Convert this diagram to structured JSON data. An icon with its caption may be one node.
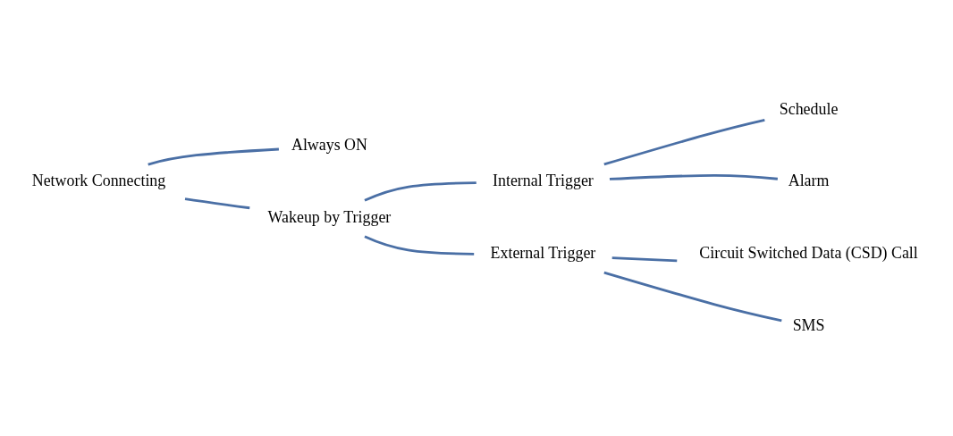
{
  "diagram": {
    "nodes": [
      {
        "text": [
          "Network Connecting"
        ]
      },
      {
        "text": [
          "Always ON"
        ]
      },
      {
        "text": [
          "Wakeup by Trigger"
        ]
      },
      {
        "text": [
          "Internal Trigger"
        ]
      },
      {
        "text": [
          "External Trigger"
        ]
      },
      {
        "text": [
          "Schedule"
        ]
      },
      {
        "text": [
          "Alarm"
        ]
      },
      {
        "text": [
          "Circuit Switched Data (CSD) Call"
        ]
      },
      {
        "text": [
          "SMS"
        ]
      }
    ],
    "edges": [
      {
        "from": 0,
        "to": 1,
        "arrow": "none"
      },
      {
        "from": 0,
        "to": 2,
        "arrow": "none"
      },
      {
        "from": 2,
        "to": 3,
        "arrow": "none"
      },
      {
        "from": 2,
        "to": 4,
        "arrow": "none"
      },
      {
        "from": 3,
        "to": 5,
        "arrow": "none"
      },
      {
        "from": 3,
        "to": 6,
        "arrow": "none"
      },
      {
        "from": 4,
        "to": 7,
        "arrow": "none"
      },
      {
        "from": 4,
        "to": 8,
        "arrow": "none"
      }
    ]
  }
}
